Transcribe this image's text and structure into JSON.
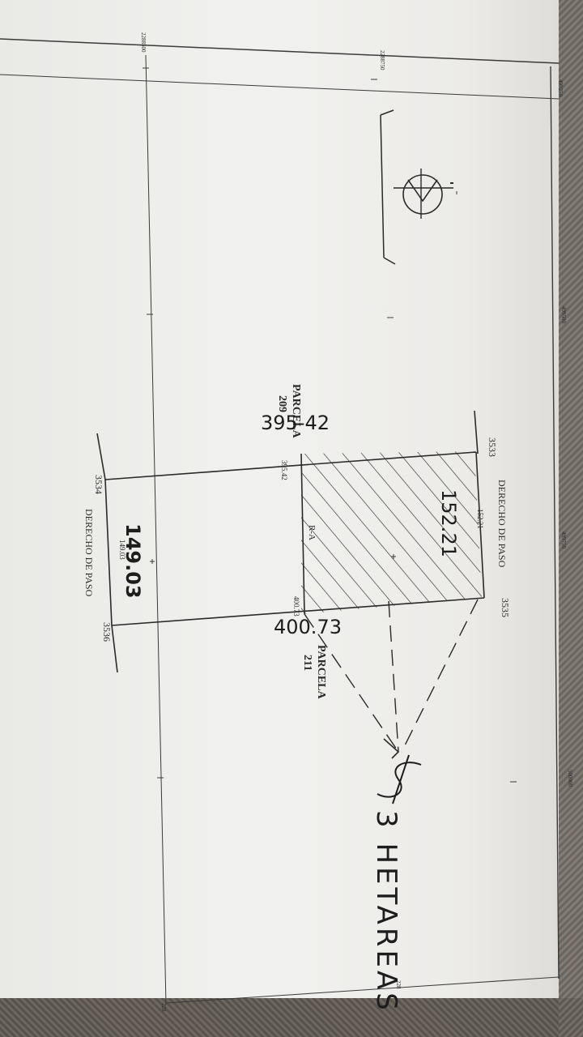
{
  "grid_labels": {
    "n_499250": "499250",
    "n_499500": "499500",
    "n_499750": "499750",
    "n_500000": "500000",
    "e_2288750": "2288750",
    "e_2288500": "2288500",
    "e_228a": "228",
    "e_228b": "228"
  },
  "parcels": {
    "left_label": "PARCELA",
    "left_number": "209",
    "right_label": "PARCELA",
    "right_number": "211"
  },
  "points": {
    "p3533": "3533",
    "p3534": "3534",
    "p3535": "3535",
    "p3536": "3536"
  },
  "roads": {
    "top": "DERECHO DE PASO",
    "bottom": "DERECHO DE PASO"
  },
  "printed_dims": {
    "top": "152.21",
    "left": "395.42",
    "right": "400.73",
    "bottom": "149.03",
    "ra": "R-A"
  },
  "handwritten": {
    "top": "152.21",
    "left": "395-42",
    "right": "400.73",
    "bottom": "149.03",
    "area": "3 HETAREAS"
  },
  "colors": {
    "ink": "#2a2a2a",
    "paper": "#ededea",
    "hatch": "#3a3a3a"
  }
}
